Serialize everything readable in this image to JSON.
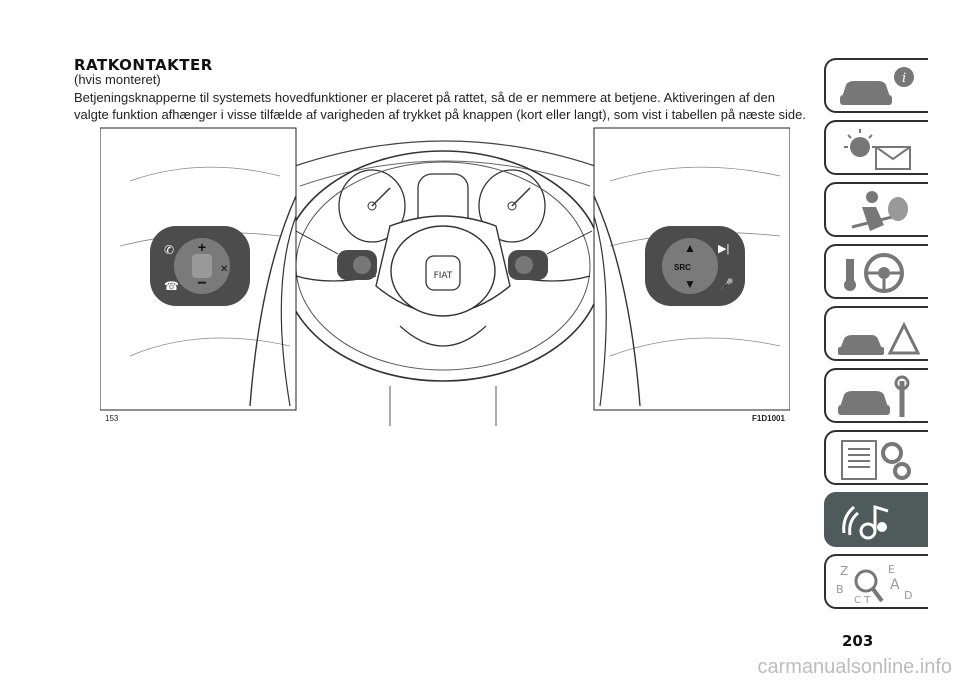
{
  "section": {
    "title": "RATKONTAKTER",
    "subtitle": "(hvis monteret)",
    "paragraph_line1": "Betjeningsknapperne til systemets hovedfunktioner er placeret på rattet, så de er nemmere at betjene. Aktiveringen af den",
    "paragraph_line2": "valgte funktion afhænger i visse tilfælde af varigheden af trykket på knappen (kort eller langt), som vist i tabellen på næste side."
  },
  "figure": {
    "number": "153",
    "code": "F1D1001",
    "logo_text": "FIAT",
    "right_control_src_label": "SRC"
  },
  "sidebar": {
    "tabs": [
      {
        "icon": "car-info-icon",
        "active": false
      },
      {
        "icon": "warning-lights-message-icon",
        "active": false
      },
      {
        "icon": "seat-airbag-icon",
        "active": false
      },
      {
        "icon": "key-steering-wheel-icon",
        "active": false
      },
      {
        "icon": "emergency-triangle-car-icon",
        "active": false
      },
      {
        "icon": "car-maintenance-wrench-icon",
        "active": false
      },
      {
        "icon": "technical-data-gears-icon",
        "active": false
      },
      {
        "icon": "multimedia-music-icon",
        "active": true
      },
      {
        "icon": "alphabetical-index-search-icon",
        "active": false
      }
    ]
  },
  "page_number": "203",
  "watermark": "carmanualsonline.info"
}
